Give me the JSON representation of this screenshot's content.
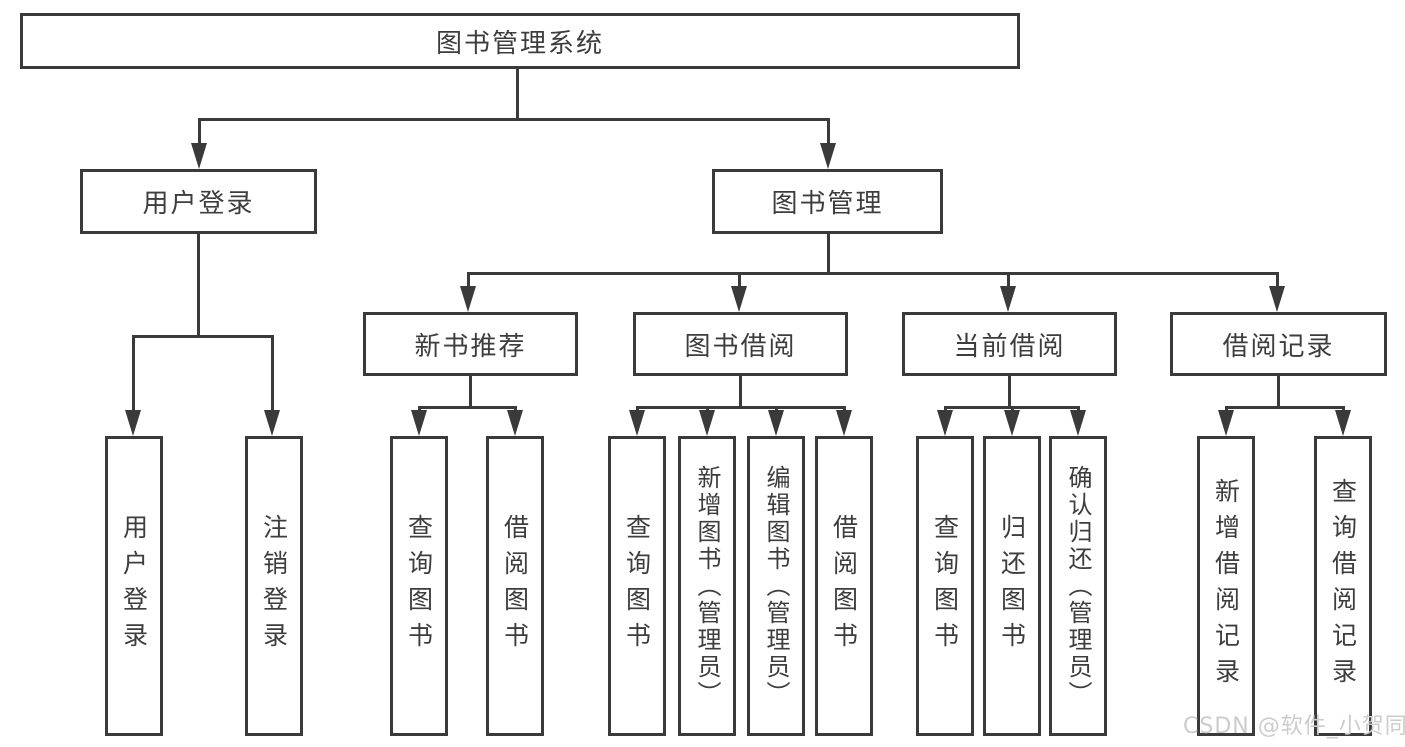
{
  "tree": {
    "root": {
      "label": "图书管理系统"
    },
    "children": [
      {
        "label": "用户登录",
        "children": [
          {
            "label": "用户登录"
          },
          {
            "label": "注销登录"
          }
        ]
      },
      {
        "label": "图书管理",
        "children": [
          {
            "label": "新书推荐",
            "children": [
              {
                "label": "查询图书"
              },
              {
                "label": "借阅图书"
              }
            ]
          },
          {
            "label": "图书借阅",
            "children": [
              {
                "label": "查询图书"
              },
              {
                "label": "新增图书（管理员）"
              },
              {
                "label": "编辑图书（管理员）"
              },
              {
                "label": "借阅图书"
              }
            ]
          },
          {
            "label": "当前借阅",
            "children": [
              {
                "label": "查询图书"
              },
              {
                "label": "归还图书"
              },
              {
                "label": "确认归还（管理员）"
              }
            ]
          },
          {
            "label": "借阅记录",
            "children": [
              {
                "label": "新增借阅记录"
              },
              {
                "label": "查询借阅记录"
              }
            ]
          }
        ]
      }
    ]
  },
  "watermark": {
    "text": "CSDN @软件_小贺同学"
  },
  "colors": {
    "line": "#3a3a3a",
    "text": "#3d3d3d",
    "watermark": "#cccccc",
    "background": "#ffffff"
  }
}
